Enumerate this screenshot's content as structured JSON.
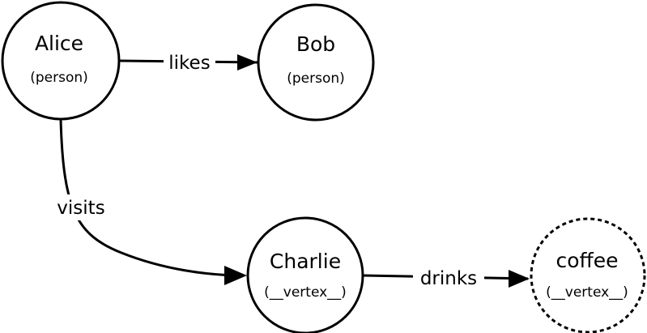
{
  "nodes": {
    "alice": {
      "name": "Alice",
      "type": "(person)",
      "style": "solid"
    },
    "bob": {
      "name": "Bob",
      "type": "(person)",
      "style": "solid"
    },
    "charlie": {
      "name": "Charlie",
      "type": "(__vertex__)",
      "style": "solid"
    },
    "coffee": {
      "name": "coffee",
      "type": "(__vertex__)",
      "style": "dashed"
    }
  },
  "edges": {
    "likes": {
      "label": "likes",
      "from": "Alice",
      "to": "Bob"
    },
    "visits": {
      "label": "visits",
      "from": "Alice",
      "to": "Charlie"
    },
    "drinks": {
      "label": "drinks",
      "from": "Charlie",
      "to": "coffee"
    }
  },
  "colors": {
    "stroke": "#000000",
    "fill": "#ffffff"
  }
}
